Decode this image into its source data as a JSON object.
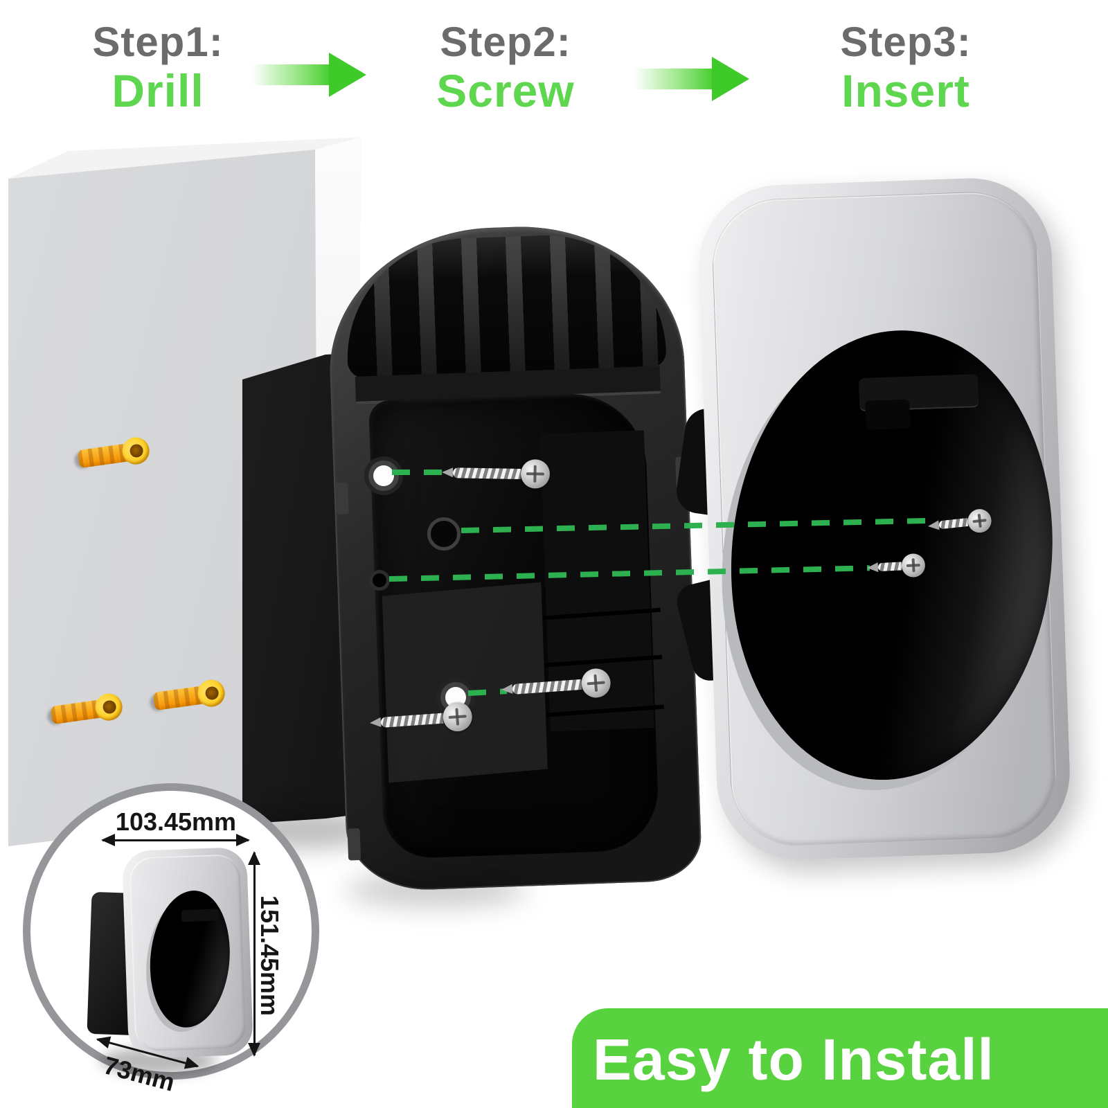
{
  "steps": [
    {
      "label": "Step1:",
      "action": "Drill"
    },
    {
      "label": "Step2:",
      "action": "Screw"
    },
    {
      "label": "Step3:",
      "action": "Insert"
    }
  ],
  "dimensions": {
    "width": "103.45mm",
    "height": "151.45mm",
    "depth": "73mm"
  },
  "banner": {
    "label": "Easy to Install",
    "background": "#58d23f",
    "text_color": "#ffffff"
  },
  "icons": {
    "step_arrow": "arrow-right-icon",
    "dimension_width": "double-headed-horizontal-arrow-icon",
    "dimension_height": "double-headed-vertical-arrow-icon",
    "dimension_depth": "double-headed-diagonal-arrow-icon"
  },
  "colors": {
    "step_label_gray": "#6b6b6b",
    "step_action_green": "#5ed64f",
    "arrow_green": "#3ecb29",
    "dash_green": "#2db150",
    "anchor_orange": "#f6990a",
    "anchor_ring_yellow": "#ffd123",
    "wall_front_gray": "#d0d1d4",
    "plate_silver": "#c4c5c8",
    "shell_black": "#1a1a1a",
    "dimension_ring_gray": "#95969a"
  }
}
